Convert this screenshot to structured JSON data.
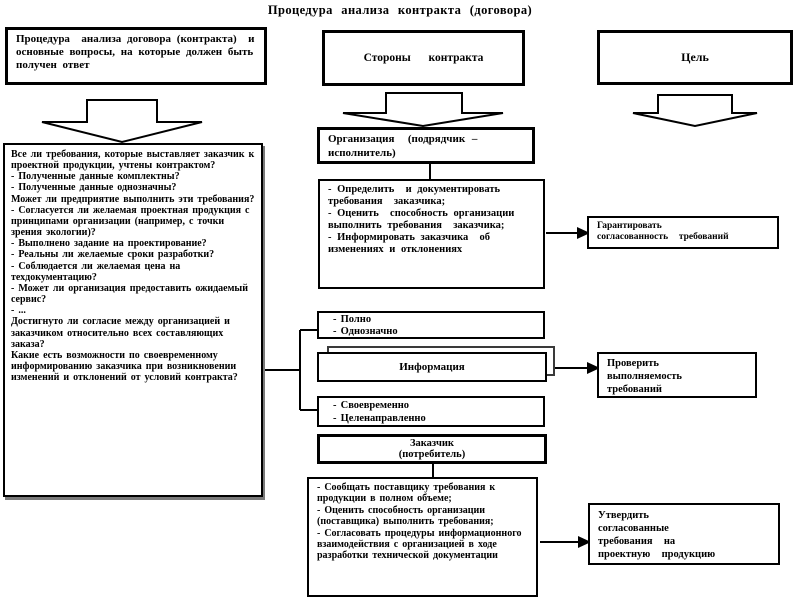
{
  "title": "Процедура  анализа  контракта  (договора)",
  "colors": {
    "ink": "#000000",
    "background": "#ffffff"
  },
  "left_column": {
    "intro": "Процедура  анализа договора (контракта)  и основные вопросы, на которые должен быть получен ответ",
    "questions": "Все ли требования, которые выставляет заказчик к проектной продукции, учтены контрактом?\n- Полученные данные комплектны?\n- Полученные данные однозначны?\nМожет ли предприятие выполнить эти требования?\n- Согласуется ли желаемая проектная продукция с принципами организации (например, с точки зрения экологии)?\n- Выполнено задание на проектирование?\n- Реальны ли желаемые сроки разработки?\n- Соблюдается ли желаемая цена на техдокументацию?\n- Может ли организация предоставить ожидаемый сервис?\n- ...\nДостигнуто ли согласие между организацией и заказчиком относительно всех составляющих заказа?\nКакие есть возможности по своевременному информированию заказчика при возникновении изменений и отклонений от условий контракта?"
  },
  "middle_column": {
    "parties": "Стороны  контракта",
    "organization": "Организация  (подрядчик –\nисполнитель)",
    "org_actions": "- Определить  и документировать требования  заказчика;\n- Оценить  способность организации  выполнить требования  заказчика;\n- Информировать заказчика  об изменениях и отклонениях",
    "info_quality_top": "- Полно\n- Однозначно",
    "information": "Информация",
    "info_quality_bottom": "- Своевременно\n- Целенаправленно",
    "customer": "Заказчик\n(потребитель)",
    "customer_actions": "- Сообщать поставщику требования к продукции в полном объеме;\n- Оценить способность организации (поставщика) выполнить требования;\n- Согласовать процедуры информационного взаимодействия с организацией в ходе разработки технической документации"
  },
  "right_column": {
    "goal": "Цель",
    "guarantee": "Гарантировать\nсогласованность  требований",
    "verify": "Проверить\nвыполняемость\nтребований",
    "approve": "Утвердить\nсогласованные\nтребования  на\nпроектную  продукцию"
  }
}
